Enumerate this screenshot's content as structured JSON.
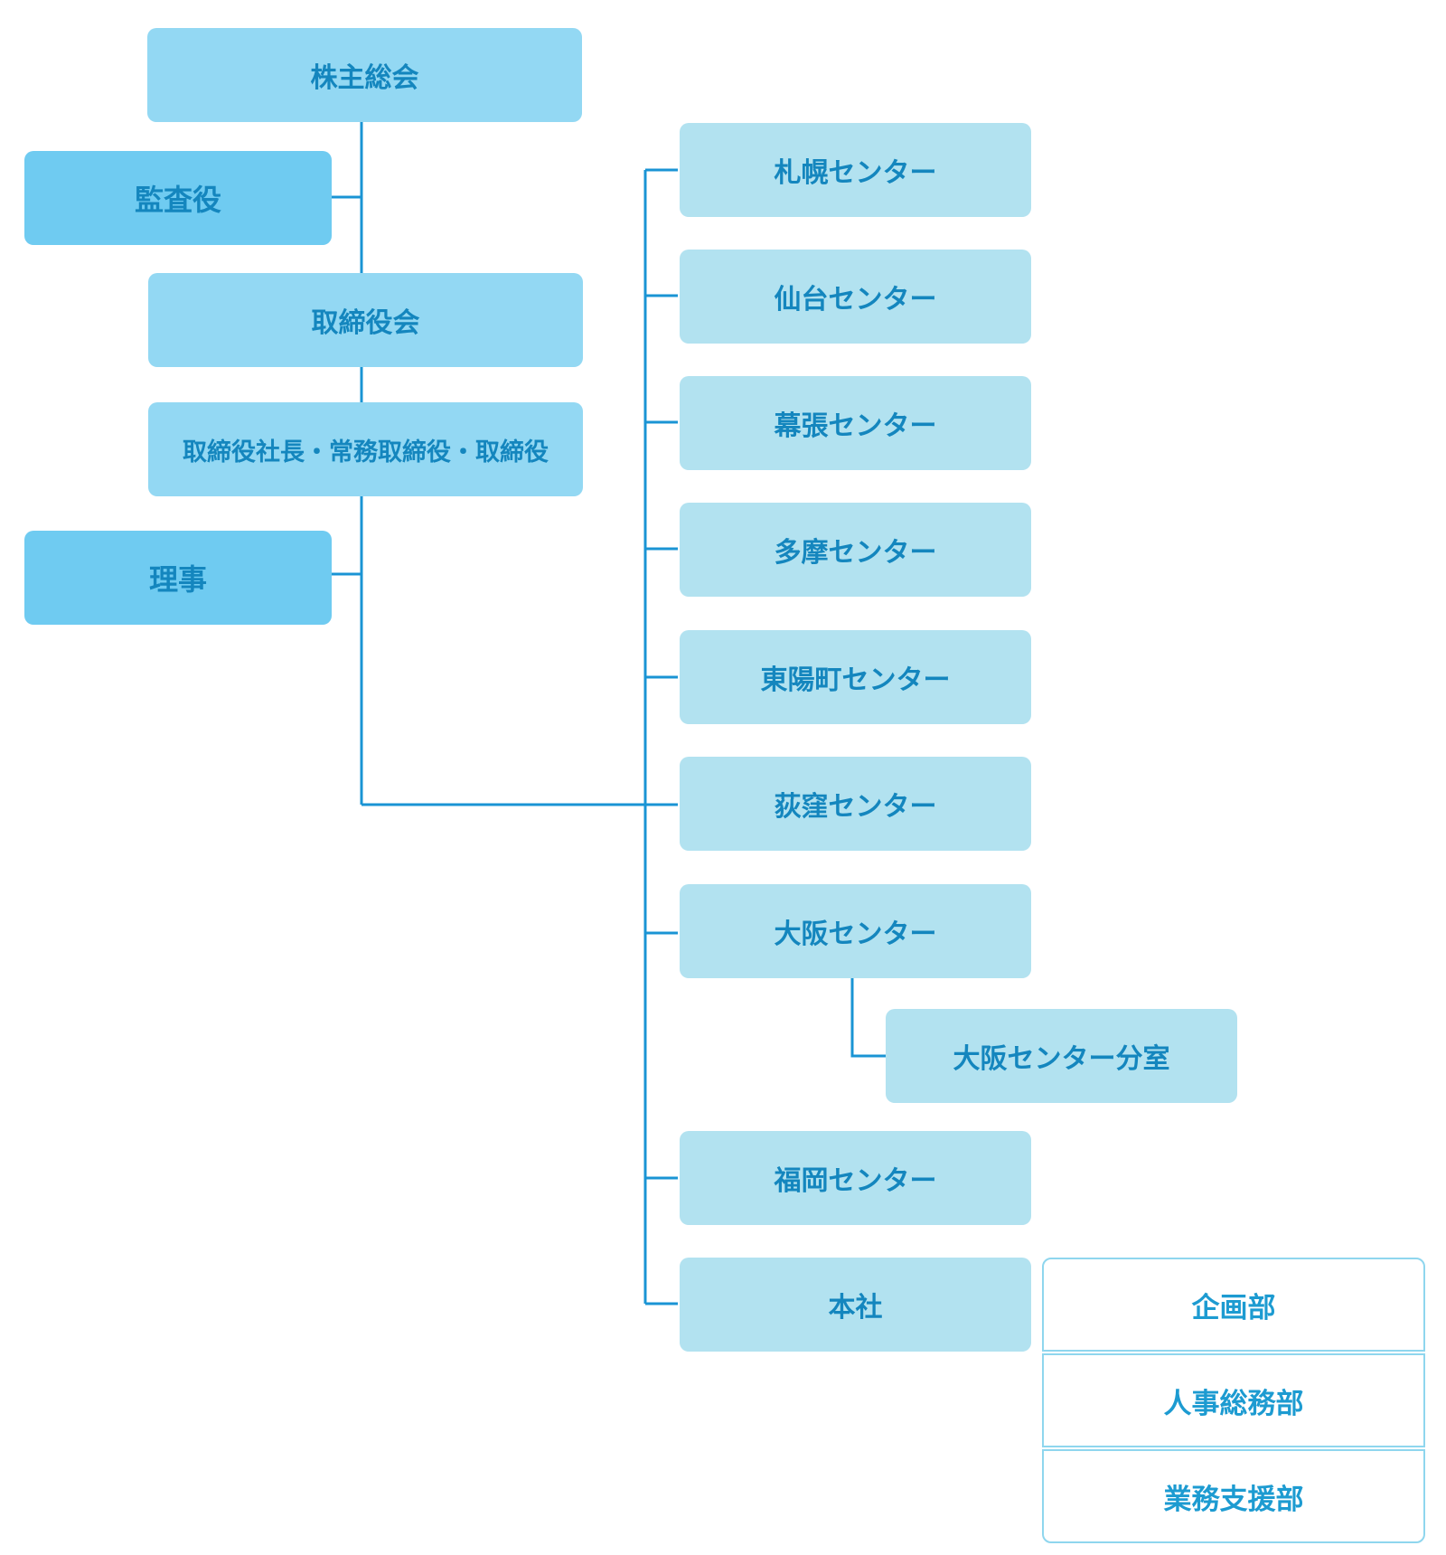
{
  "colors": {
    "line": "#1a94d4",
    "top_box": "#93d8f3",
    "side_box": "#6fcbf1",
    "center_box": "#b2e2f0",
    "dept_border": "#8fd6ee",
    "text": "#1486be"
  },
  "governance": {
    "shareholders_meeting": "株主総会",
    "auditor": "監査役",
    "board": "取締役会",
    "executives": "取締役社長・常務取締役・取締役",
    "directors": "理事"
  },
  "centers": [
    "札幌センター",
    "仙台センター",
    "幕張センター",
    "多摩センター",
    "東陽町センター",
    "荻窪センター",
    "大阪センター",
    "福岡センター",
    "本社"
  ],
  "osaka_branch": "大阪センター分室",
  "headquarters_departments": [
    "企画部",
    "人事総務部",
    "業務支援部"
  ]
}
